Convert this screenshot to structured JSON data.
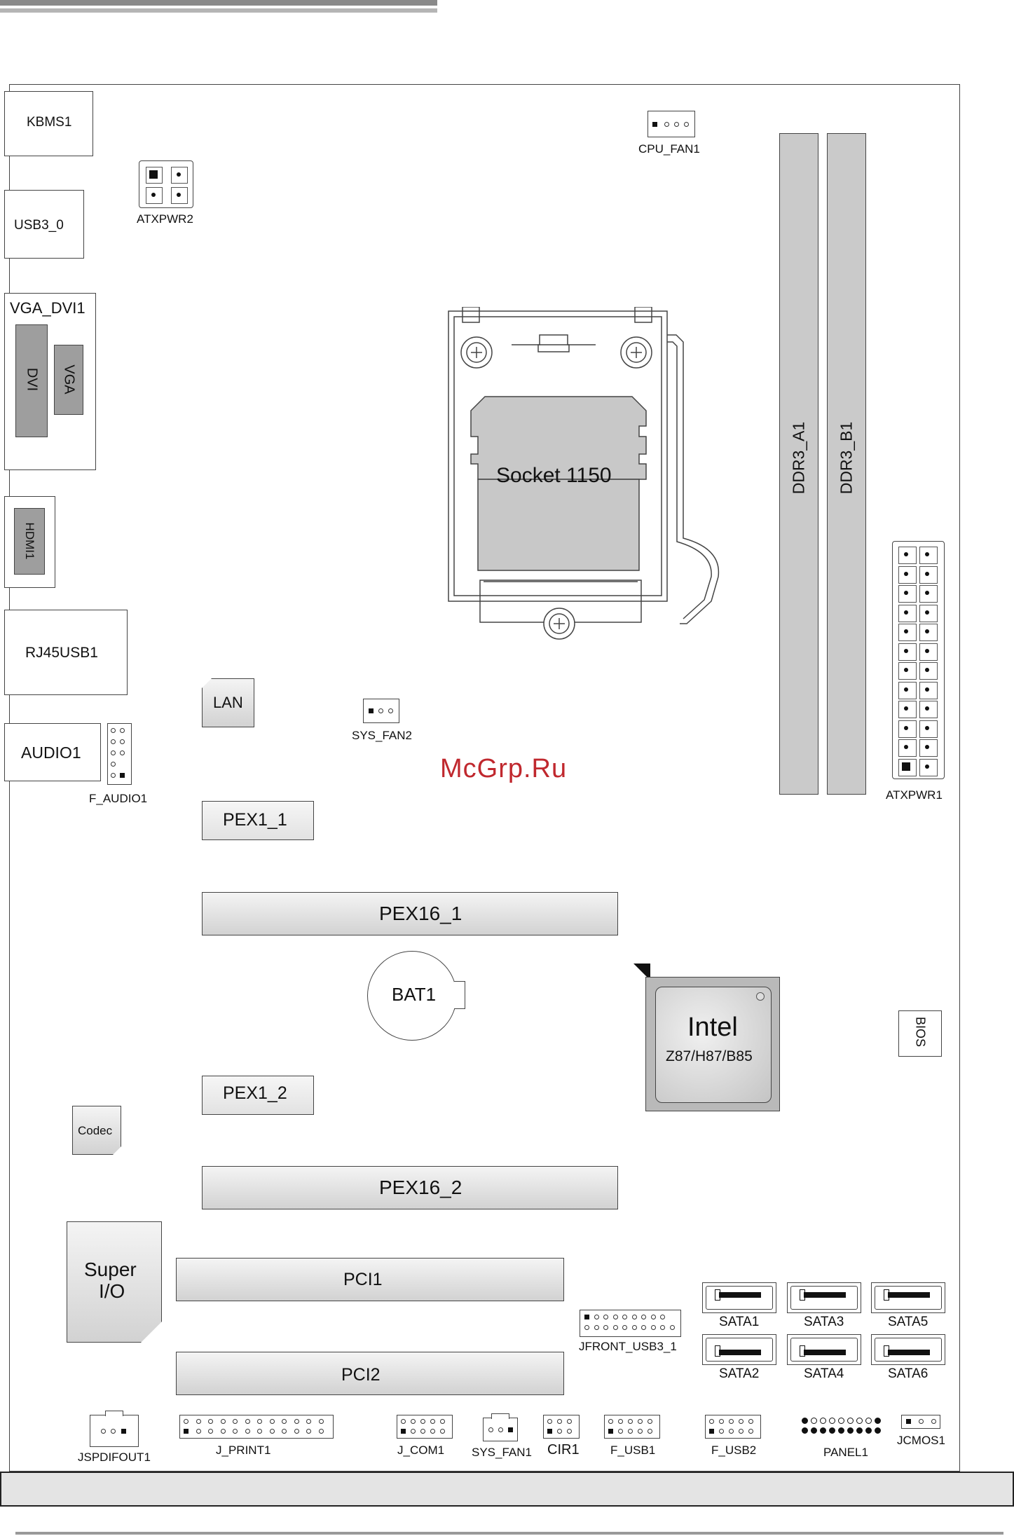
{
  "watermark": "McGrp.Ru",
  "colors": {
    "watermark": "#c0282e",
    "slot_gray": "#c8c8c8",
    "chip_gray": "#bdbdbd"
  },
  "io": {
    "kbms": "KBMS1",
    "usb3": "USB3_0",
    "vga_dvi": "VGA_DVI1",
    "dvi": "DVI",
    "vga": "VGA",
    "hdmi": "HDMI1",
    "rj45": "RJ45USB1",
    "audio": "AUDIO1"
  },
  "headers": {
    "atxpwr2": "ATXPWR2",
    "cpu_fan": "CPU_FAN1",
    "sys_fan2": "SYS_FAN2",
    "f_audio": "F_AUDIO1",
    "atxpwr1": "ATXPWR1",
    "jspdifout": "JSPDIFOUT1",
    "j_print": "J_PRINT1",
    "j_com": "J_COM1",
    "sys_fan1": "SYS_FAN1",
    "cir": "CIR1",
    "f_usb1": "F_USB1",
    "f_usb2": "F_USB2",
    "panel": "PANEL1",
    "jcmos": "JCMOS1",
    "jfront_usb3": "JFRONT_USB3_1"
  },
  "chips": {
    "socket": "Socket 1150",
    "lan": "LAN",
    "bat": "BAT1",
    "intel": "Intel",
    "intel_model": "Z87/H87/B85",
    "bios": "BIOS",
    "codec": "Codec",
    "super_io_line1": "Super",
    "super_io_line2": "I/O"
  },
  "memory": {
    "dimm_a": "DDR3_A1",
    "dimm_b": "DDR3_B1"
  },
  "slots": {
    "pex1_1": "PEX1_1",
    "pex16_1": "PEX16_1",
    "pex1_2": "PEX1_2",
    "pex16_2": "PEX16_2",
    "pci1": "PCI1",
    "pci2": "PCI2"
  },
  "sata": [
    "SATA1",
    "SATA3",
    "SATA5",
    "SATA2",
    "SATA4",
    "SATA6"
  ]
}
